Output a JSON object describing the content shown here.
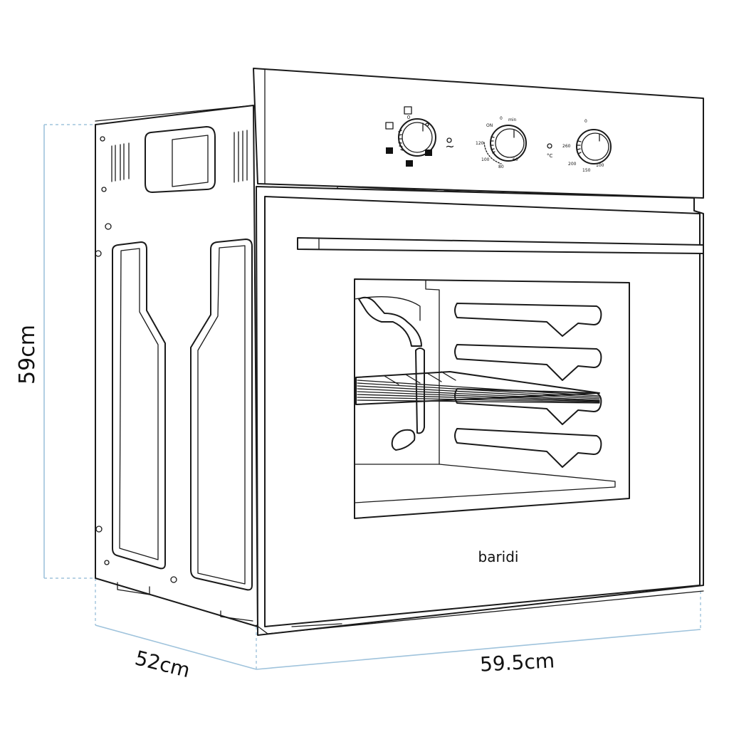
{
  "brand": "baridi",
  "dimensions": {
    "height": "59cm",
    "depth": "52cm",
    "width": "59.5cm"
  },
  "colors": {
    "line": "#1a1a1a",
    "dimension_line": "#9fc3dc",
    "background": "#ffffff"
  },
  "controls": {
    "function_knob": {
      "zero": "0",
      "icons": [
        "light-icon",
        "top-bottom-heat-icon",
        "bottom-heat-icon",
        "fan-icon",
        "grill-icon",
        "defrost-icon"
      ]
    },
    "timer_knob": {
      "labels": [
        "ON",
        "0",
        "min",
        "120",
        "100",
        "80",
        "60"
      ]
    },
    "temperature_knob": {
      "unit": "°C",
      "labels": [
        "0",
        "260",
        "200",
        "150",
        "100"
      ]
    },
    "mode_symbol": "~"
  }
}
